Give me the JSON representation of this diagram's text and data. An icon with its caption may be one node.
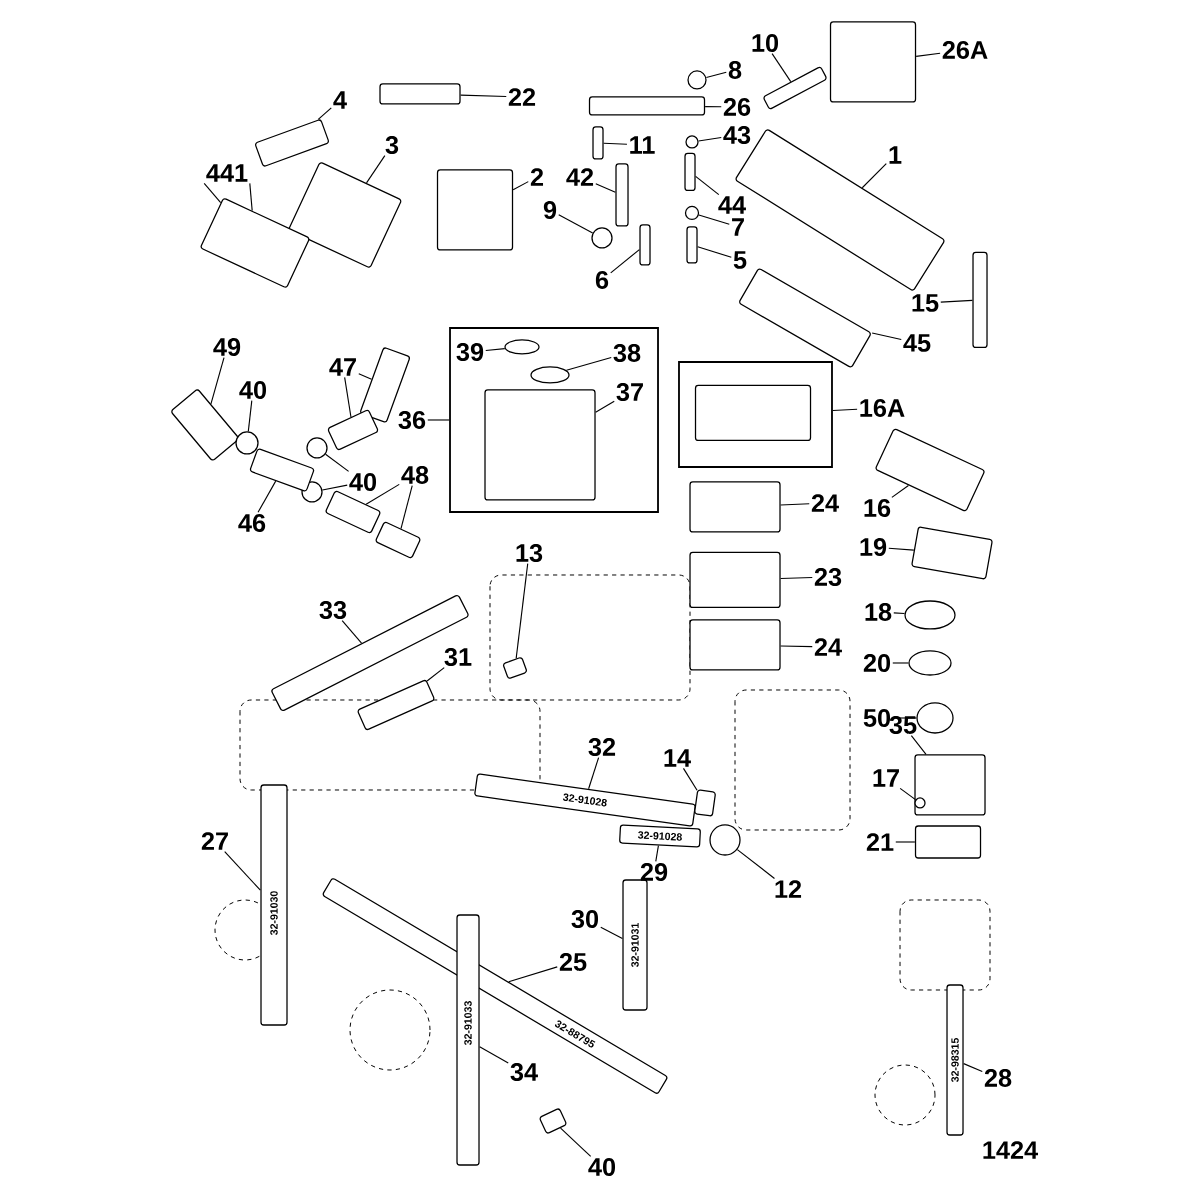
{
  "diagram": {
    "nodes": [
      {
        "text": [
          "1"
        ]
      },
      {
        "text": [],
        "shape": "box"
      },
      {
        "text": [
          "26A"
        ]
      },
      {
        "text": [],
        "shape": "box"
      },
      {
        "text": [
          "10"
        ]
      },
      {
        "text": [],
        "shape": "box"
      },
      {
        "text": [
          "8"
        ]
      },
      {
        "text": [],
        "shape": "ellipse"
      },
      {
        "text": [
          "22"
        ]
      },
      {
        "text": [],
        "shape": "box"
      },
      {
        "text": [
          "26"
        ]
      },
      {
        "text": [],
        "shape": "box"
      },
      {
        "text": [
          "4"
        ]
      },
      {
        "text": [],
        "shape": "box"
      },
      {
        "text": [
          "3"
        ]
      },
      {
        "text": [],
        "shape": "box"
      },
      {
        "text": [
          "441"
        ]
      },
      {
        "text": [],
        "shape": "box"
      },
      {
        "text": [
          "2"
        ]
      },
      {
        "text": [],
        "shape": "box"
      },
      {
        "text": [
          "11"
        ]
      },
      {
        "text": [],
        "shape": "box"
      },
      {
        "text": [
          "43"
        ]
      },
      {
        "text": [],
        "shape": "ellipse"
      },
      {
        "text": [
          "42"
        ]
      },
      {
        "text": [],
        "shape": "box"
      },
      {
        "text": [
          "9"
        ]
      },
      {
        "text": [],
        "shape": "ellipse"
      },
      {
        "text": [
          "6"
        ]
      },
      {
        "text": [],
        "shape": "box"
      },
      {
        "text": [
          "44"
        ]
      },
      {
        "text": [],
        "shape": "box"
      },
      {
        "text": [
          "7"
        ]
      },
      {
        "text": [],
        "shape": "ellipse"
      },
      {
        "text": [
          "5"
        ]
      },
      {
        "text": [],
        "shape": "box"
      },
      {
        "text": [
          "15"
        ]
      },
      {
        "text": [],
        "shape": "box"
      },
      {
        "text": [
          "45"
        ]
      },
      {
        "text": [],
        "shape": "box"
      },
      {
        "text": [
          "49"
        ]
      },
      {
        "text": [],
        "shape": "box"
      },
      {
        "text": [
          "40"
        ]
      },
      {
        "text": [],
        "shape": "ellipse"
      },
      {
        "text": [
          "47"
        ]
      },
      {
        "text": [],
        "shape": "box"
      },
      {
        "text": [],
        "shape": "box"
      },
      {
        "text": [
          "36"
        ]
      },
      {
        "text": [],
        "shape": "box"
      },
      {
        "text": [
          "39"
        ],
        "in": 48
      },
      {
        "text": [],
        "shape": "ellipse",
        "in": 48
      },
      {
        "text": [
          "38"
        ],
        "in": 48
      },
      {
        "text": [],
        "shape": "ellipse",
        "in": 48
      },
      {
        "text": [
          "37"
        ],
        "in": 48
      },
      {
        "text": [],
        "shape": "box",
        "in": 48
      },
      {
        "text": [
          "16A"
        ]
      },
      {
        "text": [],
        "shape": "box"
      },
      {
        "text": [],
        "shape": "box",
        "in": 56
      },
      {
        "text": [
          "40"
        ]
      },
      {
        "text": [],
        "shape": "ellipse"
      },
      {
        "text": [],
        "shape": "ellipse"
      },
      {
        "text": [
          "46"
        ]
      },
      {
        "text": [],
        "shape": "box"
      },
      {
        "text": [
          "48"
        ]
      },
      {
        "text": [],
        "shape": "box"
      },
      {
        "text": [],
        "shape": "box"
      },
      {
        "text": [
          "24"
        ]
      },
      {
        "text": [],
        "shape": "box"
      },
      {
        "text": [
          "16"
        ]
      },
      {
        "text": [],
        "shape": "box"
      },
      {
        "text": [
          "19"
        ]
      },
      {
        "text": [],
        "shape": "box"
      },
      {
        "text": [
          "23"
        ]
      },
      {
        "text": [],
        "shape": "box"
      },
      {
        "text": [
          "18"
        ]
      },
      {
        "text": [],
        "shape": "ellipse"
      },
      {
        "text": [
          "24"
        ]
      },
      {
        "text": [],
        "shape": "box"
      },
      {
        "text": [
          "20"
        ]
      },
      {
        "text": [],
        "shape": "ellipse"
      },
      {
        "text": [
          "50"
        ]
      },
      {
        "text": [],
        "shape": "ellipse"
      },
      {
        "text": [
          "35"
        ]
      },
      {
        "text": [],
        "shape": "box"
      },
      {
        "text": [
          "17"
        ]
      },
      {
        "text": [],
        "shape": "ellipse",
        "in": 83
      },
      {
        "text": [
          "21"
        ]
      },
      {
        "text": [],
        "shape": "box"
      },
      {
        "text": [
          "13"
        ]
      },
      {
        "text": [],
        "shape": "box"
      },
      {
        "text": [
          "33"
        ]
      },
      {
        "text": [],
        "shape": "box"
      },
      {
        "text": [
          "31"
        ]
      },
      {
        "text": [],
        "shape": "box"
      },
      {
        "text": [
          "32"
        ]
      },
      {
        "text": [],
        "shape": "box"
      },
      {
        "text": [
          "14"
        ]
      },
      {
        "text": [],
        "shape": "box"
      },
      {
        "text": [
          "29"
        ]
      },
      {
        "text": [],
        "shape": "box"
      },
      {
        "text": [
          "12"
        ]
      },
      {
        "text": [],
        "shape": "ellipse"
      },
      {
        "text": [
          "27"
        ]
      },
      {
        "text": [],
        "shape": "box"
      },
      {
        "text": [
          "30"
        ]
      },
      {
        "text": [],
        "shape": "box"
      },
      {
        "text": [
          "25"
        ]
      },
      {
        "text": [],
        "shape": "box"
      },
      {
        "text": [
          "34"
        ]
      },
      {
        "text": [],
        "shape": "box"
      },
      {
        "text": [
          "40"
        ]
      },
      {
        "text": [],
        "shape": "box"
      },
      {
        "text": [
          "28"
        ]
      },
      {
        "text": [],
        "shape": "box"
      }
    ],
    "edges": [
      {
        "from": 0,
        "to": 1,
        "arrow": "none"
      },
      {
        "from": 2,
        "to": 3,
        "arrow": "none"
      },
      {
        "from": 4,
        "to": 5,
        "arrow": "none"
      },
      {
        "from": 6,
        "to": 7,
        "arrow": "none"
      },
      {
        "from": 8,
        "to": 9,
        "arrow": "none"
      },
      {
        "from": 10,
        "to": 11,
        "arrow": "none"
      },
      {
        "from": 12,
        "to": 13,
        "arrow": "none"
      },
      {
        "from": 14,
        "to": 15,
        "arrow": "none"
      },
      {
        "from": 16,
        "to": 17,
        "arrow": "none"
      },
      {
        "from": 16,
        "to": 17,
        "arrow": "none"
      },
      {
        "from": 18,
        "to": 19,
        "arrow": "none"
      },
      {
        "from": 20,
        "to": 21,
        "arrow": "none"
      },
      {
        "from": 22,
        "to": 23,
        "arrow": "none"
      },
      {
        "from": 24,
        "to": 25,
        "arrow": "none"
      },
      {
        "from": 26,
        "to": 27,
        "arrow": "none"
      },
      {
        "from": 28,
        "to": 29,
        "arrow": "none"
      },
      {
        "from": 30,
        "to": 31,
        "arrow": "none"
      },
      {
        "from": 32,
        "to": 33,
        "arrow": "none"
      },
      {
        "from": 34,
        "to": 35,
        "arrow": "none"
      },
      {
        "from": 36,
        "to": 37,
        "arrow": "none"
      },
      {
        "from": 38,
        "to": 39,
        "arrow": "none"
      },
      {
        "from": 40,
        "to": 41,
        "arrow": "none"
      },
      {
        "from": 42,
        "to": 43,
        "arrow": "none"
      },
      {
        "from": 44,
        "to": 45,
        "arrow": "none"
      },
      {
        "from": 44,
        "to": 46,
        "arrow": "none"
      },
      {
        "from": 47,
        "to": 48,
        "arrow": "none"
      },
      {
        "from": 49,
        "to": 50,
        "arrow": "none"
      },
      {
        "from": 51,
        "to": 52,
        "arrow": "none"
      },
      {
        "from": 53,
        "to": 54,
        "arrow": "none"
      },
      {
        "from": 55,
        "to": 56,
        "arrow": "none"
      },
      {
        "from": 58,
        "to": 59,
        "arrow": "none"
      },
      {
        "from": 58,
        "to": 60,
        "arrow": "none"
      },
      {
        "from": 61,
        "to": 62,
        "arrow": "none"
      },
      {
        "from": 63,
        "to": 64,
        "arrow": "none"
      },
      {
        "from": 63,
        "to": 65,
        "arrow": "none"
      },
      {
        "from": 66,
        "to": 67,
        "arrow": "none"
      },
      {
        "from": 68,
        "to": 69,
        "arrow": "none"
      },
      {
        "from": 70,
        "to": 71,
        "arrow": "none"
      },
      {
        "from": 72,
        "to": 73,
        "arrow": "none"
      },
      {
        "from": 74,
        "to": 75,
        "arrow": "none"
      },
      {
        "from": 76,
        "to": 77,
        "arrow": "none"
      },
      {
        "from": 78,
        "to": 79,
        "arrow": "none"
      },
      {
        "from": 80,
        "to": 81,
        "arrow": "none"
      },
      {
        "from": 82,
        "to": 83,
        "arrow": "none"
      },
      {
        "from": 84,
        "to": 85,
        "arrow": "none"
      },
      {
        "from": 86,
        "to": 87,
        "arrow": "none"
      },
      {
        "from": 88,
        "to": 89,
        "arrow": "none"
      },
      {
        "from": 90,
        "to": 91,
        "arrow": "none"
      },
      {
        "from": 92,
        "to": 93,
        "arrow": "none"
      },
      {
        "from": 94,
        "to": 95,
        "arrow": "none"
      },
      {
        "from": 96,
        "to": 97,
        "arrow": "none"
      },
      {
        "from": 98,
        "to": 99,
        "arrow": "none"
      },
      {
        "from": 100,
        "to": 101,
        "arrow": "none"
      },
      {
        "from": 102,
        "to": 103,
        "arrow": "none"
      },
      {
        "from": 104,
        "to": 105,
        "arrow": "none"
      },
      {
        "from": 106,
        "to": 107,
        "arrow": "none"
      },
      {
        "from": 108,
        "to": 109,
        "arrow": "none"
      },
      {
        "from": 110,
        "to": 111,
        "arrow": "none"
      },
      {
        "from": 112,
        "to": 113,
        "arrow": "none"
      }
    ],
    "labels": [
      "32-91028",
      "32-91028",
      "32-91030",
      "32-91031",
      "32-88795",
      "32-91033",
      "32-98315",
      "1424"
    ]
  }
}
